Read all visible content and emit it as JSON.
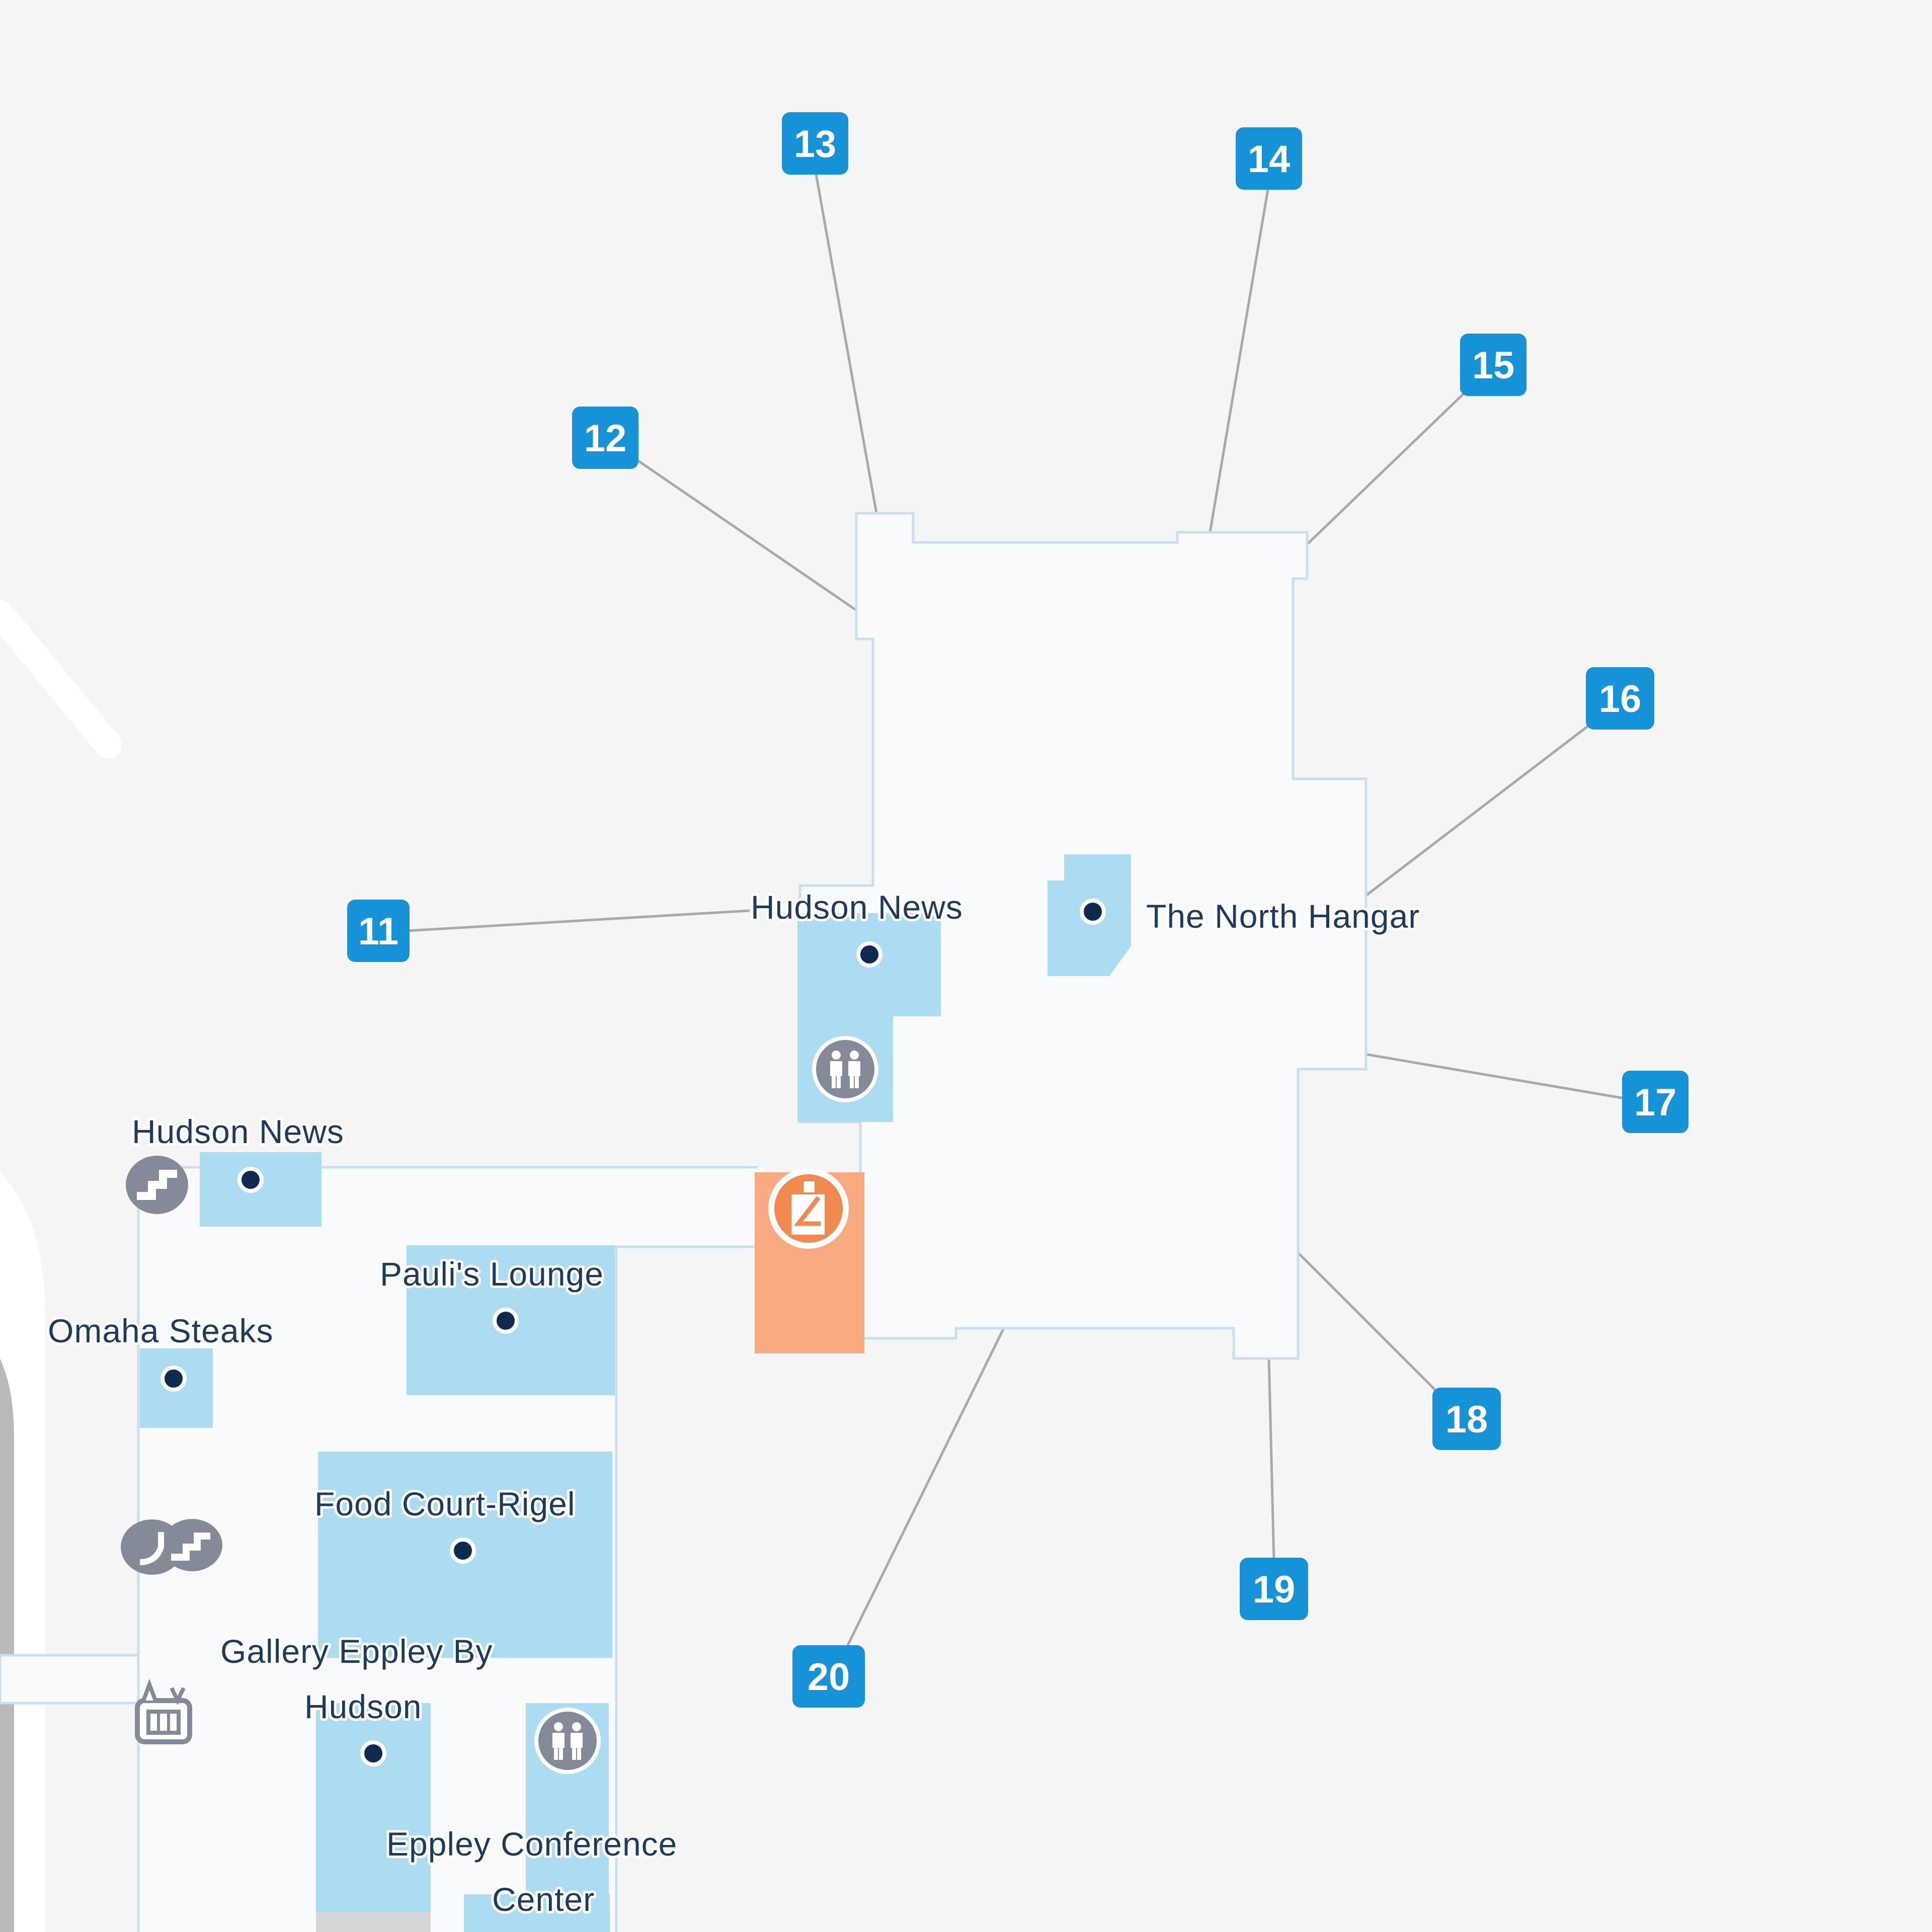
{
  "map": {
    "background_color": "#f5f5f5",
    "concourse_color": "#f9fafc",
    "store_color": "#abdcf2",
    "security_color": "#f9aa80",
    "gate_badge_color": "#1592d8",
    "amenity_icon_color": "#858a99",
    "label_color": "#1f3a5f"
  },
  "gates": [
    {
      "id": "11",
      "label": "11"
    },
    {
      "id": "12",
      "label": "12"
    },
    {
      "id": "13",
      "label": "13"
    },
    {
      "id": "14",
      "label": "14"
    },
    {
      "id": "15",
      "label": "15"
    },
    {
      "id": "16",
      "label": "16"
    },
    {
      "id": "17",
      "label": "17"
    },
    {
      "id": "18",
      "label": "18"
    },
    {
      "id": "19",
      "label": "19"
    },
    {
      "id": "20",
      "label": "20"
    }
  ],
  "points_of_interest": [
    {
      "name": "Hudson News",
      "category": "shop"
    },
    {
      "name": "The North Hangar",
      "category": "restaurant"
    },
    {
      "name": "Hudson News",
      "category": "shop"
    },
    {
      "name": "Pauli's Lounge",
      "category": "bar"
    },
    {
      "name": "Omaha Steaks",
      "category": "shop"
    },
    {
      "name": "Food Court-Rigel",
      "category": "food"
    },
    {
      "name": "Gallery Eppley By",
      "name_line2": "Hudson",
      "category": "shop"
    },
    {
      "name": "Eppley Conference",
      "name_line2": "Center",
      "category": "facility"
    }
  ],
  "amenities": [
    {
      "type": "restroom",
      "icon": "restroom-icon"
    },
    {
      "type": "restroom",
      "icon": "restroom-icon"
    },
    {
      "type": "security-checkpoint",
      "icon": "seatbelt-person-icon"
    },
    {
      "type": "stairs",
      "icon": "stairs-icon"
    },
    {
      "type": "escalator-stairs",
      "icon": "escalator-stairs-icon"
    },
    {
      "type": "elevator",
      "icon": "elevator-icon"
    }
  ]
}
